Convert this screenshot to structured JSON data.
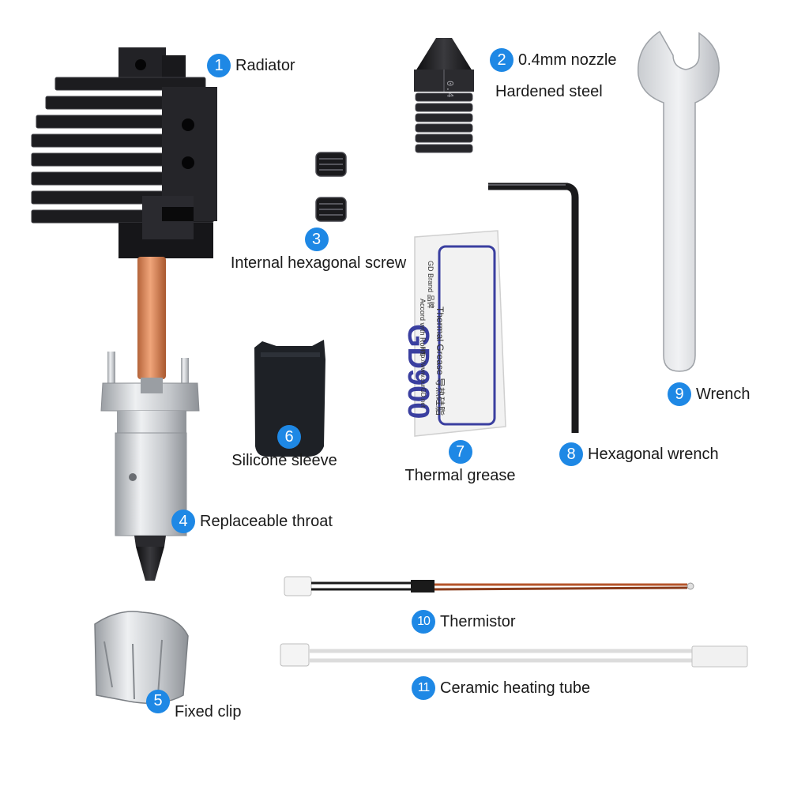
{
  "colors": {
    "badge": "#1e88e5",
    "text": "#1a1a1a",
    "copper": "#d9825b",
    "black_metal": "#1c1c1e",
    "silver": "#cfd2d6"
  },
  "parts": [
    {
      "num": "1",
      "label": "Radiator",
      "icon": "radiator-icon"
    },
    {
      "num": "2",
      "label": "0.4mm nozzle",
      "sub": "Hardened steel",
      "engraving": "0.4",
      "icon": "nozzle-icon"
    },
    {
      "num": "3",
      "label": "Internal hexagonal screw",
      "icon": "screw-icon"
    },
    {
      "num": "4",
      "label": "Replaceable throat",
      "icon": "throat-icon"
    },
    {
      "num": "5",
      "label": "Fixed clip",
      "icon": "clip-icon"
    },
    {
      "num": "6",
      "label": "Silicone sleeve",
      "icon": "sleeve-icon"
    },
    {
      "num": "7",
      "label": "Thermal grease",
      "icon": "grease-packet-icon"
    },
    {
      "num": "8",
      "label": "Hexagonal wrench",
      "icon": "allen-key-icon"
    },
    {
      "num": "9",
      "label": "Wrench",
      "icon": "wrench-icon"
    },
    {
      "num": "10",
      "label": "Thermistor",
      "icon": "thermistor-icon"
    },
    {
      "num": "11",
      "label": "Ceramic heating tube",
      "icon": "heater-tube-icon"
    }
  ],
  "grease_packet": {
    "brand": "GD900",
    "line1": "Thermal Grease 导热硅脂",
    "line2": "GD Brand 品牌",
    "line3": "Accord with RoHS",
    "line4": "http://www.ourGD.net"
  }
}
